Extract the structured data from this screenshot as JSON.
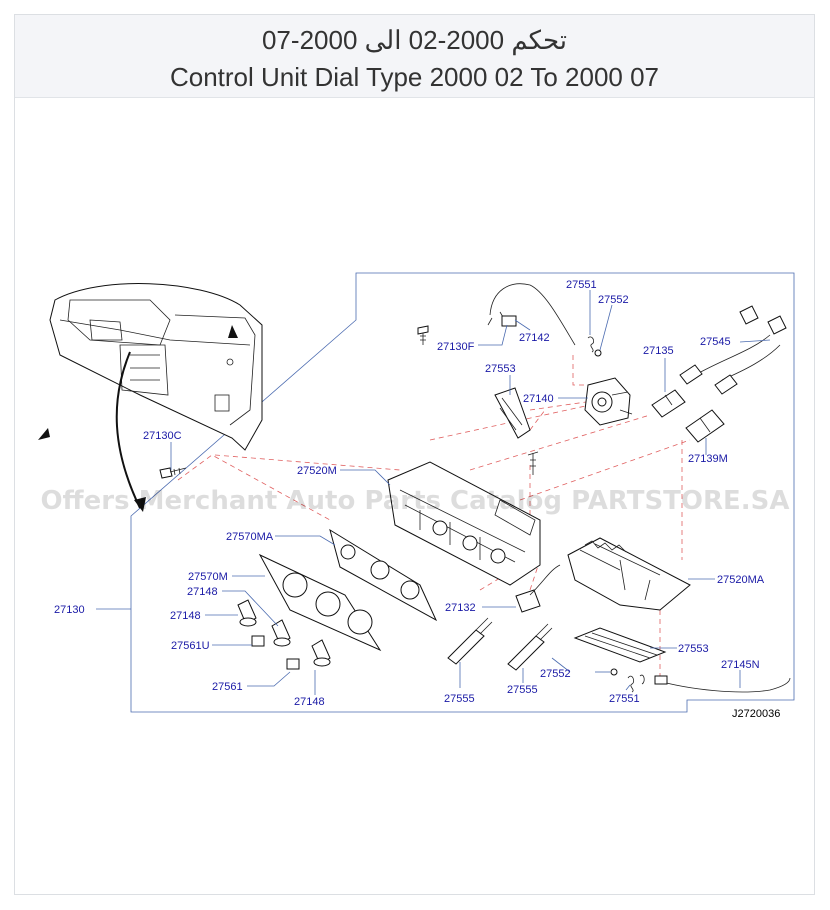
{
  "header": {
    "title_ar": "تحكم 2000-02 الى 2000-07",
    "title_en": "Control Unit Dial Type 2000 02 To 2000 07"
  },
  "diagram": {
    "watermark": "Offers Merchant Auto Parts Catalog PARTSTORE.SA",
    "ref_code": "J2720036",
    "labels": {
      "l27551a": "27551",
      "l27552a": "27552",
      "l27142": "27142",
      "l27130F": "27130F",
      "l27135": "27135",
      "l27545": "27545",
      "l27553a": "27553",
      "l27140": "27140",
      "l27130C": "27130C",
      "l27139M": "27139M",
      "l27520M": "27520M",
      "l27570MA": "27570MA",
      "l27570M": "27570M",
      "l27148a": "27148",
      "l27148b": "27148",
      "l27130": "27130",
      "l27561U": "27561U",
      "l27561": "27561",
      "l27148c": "27148",
      "l27132": "27132",
      "l27520MA": "27520MA",
      "l27553b": "27553",
      "l27552b": "27552",
      "l27555a": "27555",
      "l27555b": "27555",
      "l27551b": "27551",
      "l27145N": "27145N"
    }
  }
}
